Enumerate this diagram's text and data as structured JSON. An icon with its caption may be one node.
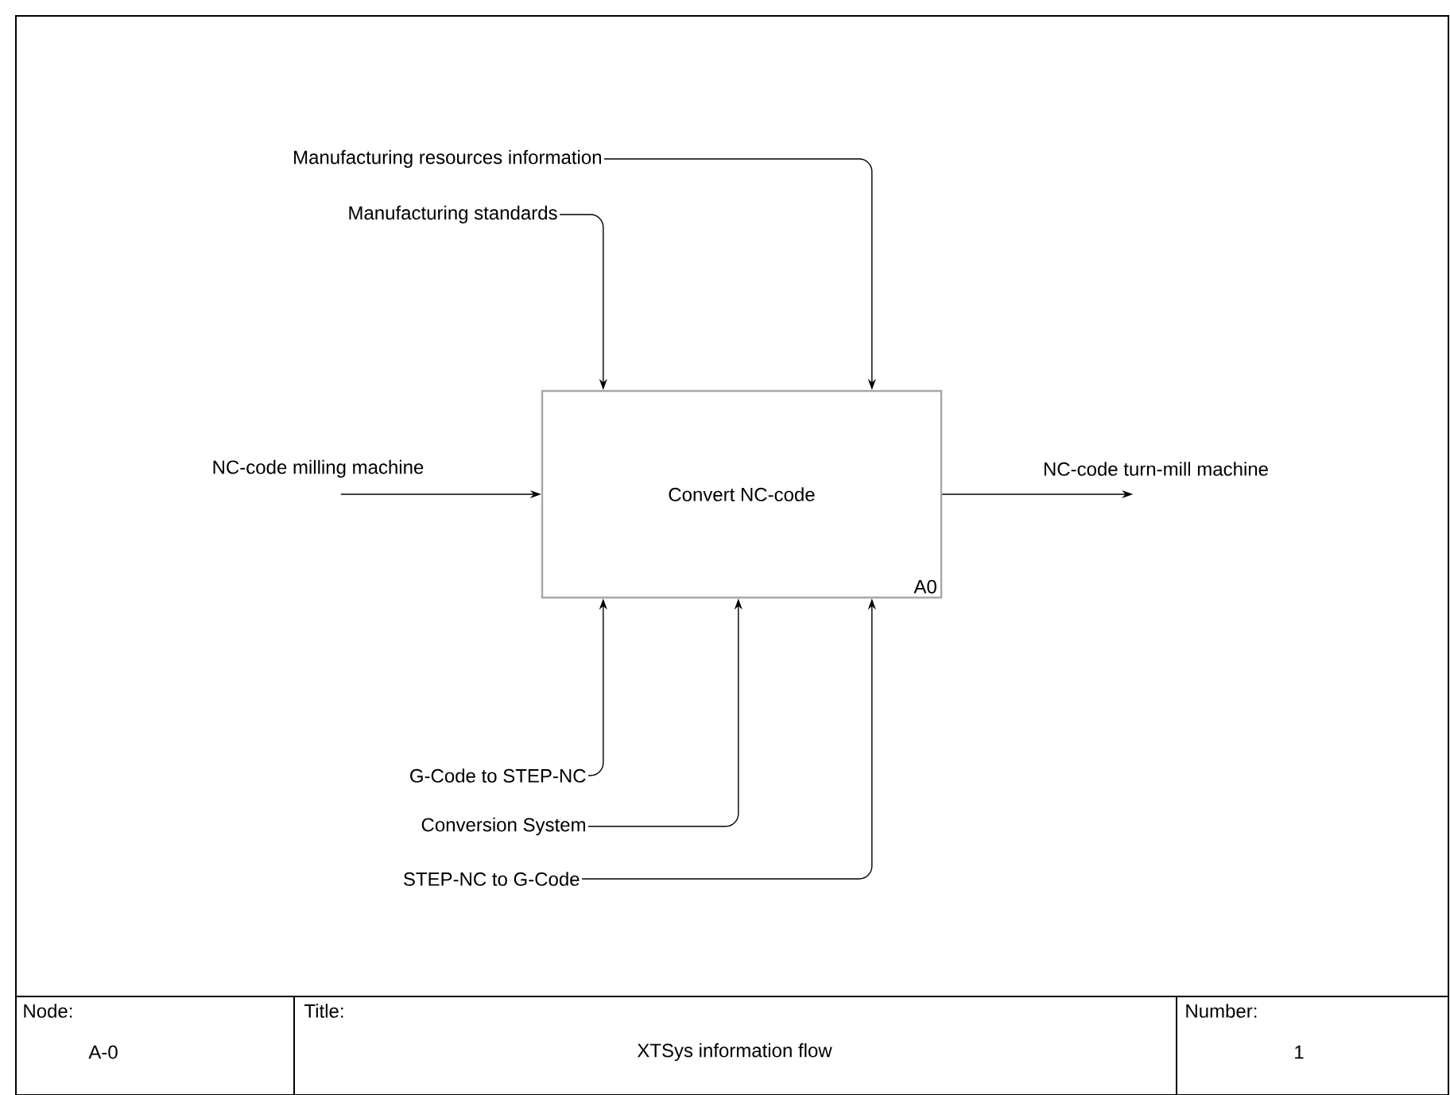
{
  "diagram": {
    "nodes": [
      {
        "text": [
          "Convert NC-code",
          "A0"
        ]
      },
      {
        "text": [
          "Manufacturing resources information"
        ]
      },
      {
        "text": [
          "Manufacturing standards"
        ]
      },
      {
        "text": [
          "G-Code to STEP-NC"
        ]
      },
      {
        "text": [
          "Conversion System"
        ]
      },
      {
        "text": [
          "STEP-NC to G-Code"
        ]
      }
    ],
    "edges": [
      {
        "from": 1,
        "to": 0,
        "arrow": "to"
      },
      {
        "from": 2,
        "to": 0,
        "arrow": "to"
      },
      {
        "from": 3,
        "to": 0,
        "arrow": "to"
      },
      {
        "from": 4,
        "to": 0,
        "arrow": "to"
      },
      {
        "from": 5,
        "to": 0,
        "arrow": "to"
      },
      {
        "from": null,
        "to": 0,
        "arrow": "to",
        "label": "NC-code milling machine"
      },
      {
        "from": 0,
        "to": null,
        "arrow": "to",
        "label": "NC-code turn-mill machine"
      }
    ],
    "labels": [
      "Node:",
      "Title:",
      "Number:",
      "A-0",
      "XTSys information flow",
      "1"
    ]
  }
}
